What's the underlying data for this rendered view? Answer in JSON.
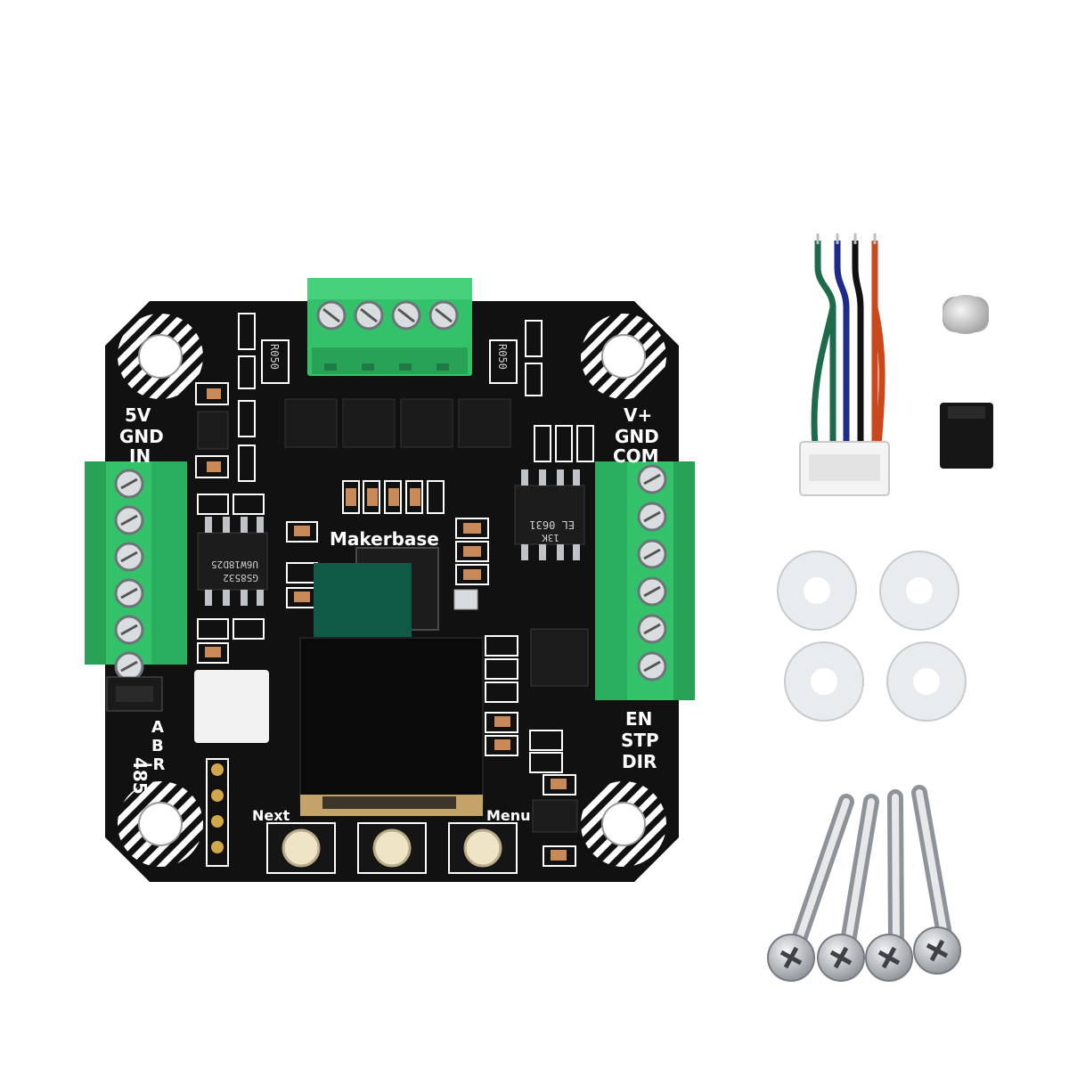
{
  "board": {
    "brand": "Makerbase",
    "left_labels": [
      "5V",
      "GND",
      "IN"
    ],
    "right_top_labels": [
      "V+",
      "GND",
      "COM"
    ],
    "right_bottom_labels": [
      "EN",
      "STP",
      "DIR"
    ],
    "rs485_label": "485",
    "rs485_pins": [
      "A",
      "B",
      "-R"
    ],
    "button_labels": {
      "next": "Next",
      "menu": "Menu"
    },
    "resistor_codes": [
      "R050",
      "R050"
    ],
    "chip_codes": {
      "left_chip": "GS8532",
      "left_chip_sub": "U6W18D25",
      "right_chip": "EL 0631",
      "right_chip_sub": "13K"
    }
  },
  "colors": {
    "pcb": "#111111",
    "terminal": "#33c16a",
    "terminal_dark": "#1f8f4a",
    "oled": "#0a0a0a",
    "oled_flex": "#0f5a47",
    "wire_green": "#1d6b4c",
    "wire_blue": "#1f2a8a",
    "wire_black": "#111111",
    "wire_red": "#c9481c",
    "washer": "#e9ecee",
    "screw": "#c8ccd0"
  },
  "icons": {
    "mount_hole": "hatched-ring",
    "terminal_screw": "slotted-screw-head",
    "screw_head": "phillips-head"
  }
}
